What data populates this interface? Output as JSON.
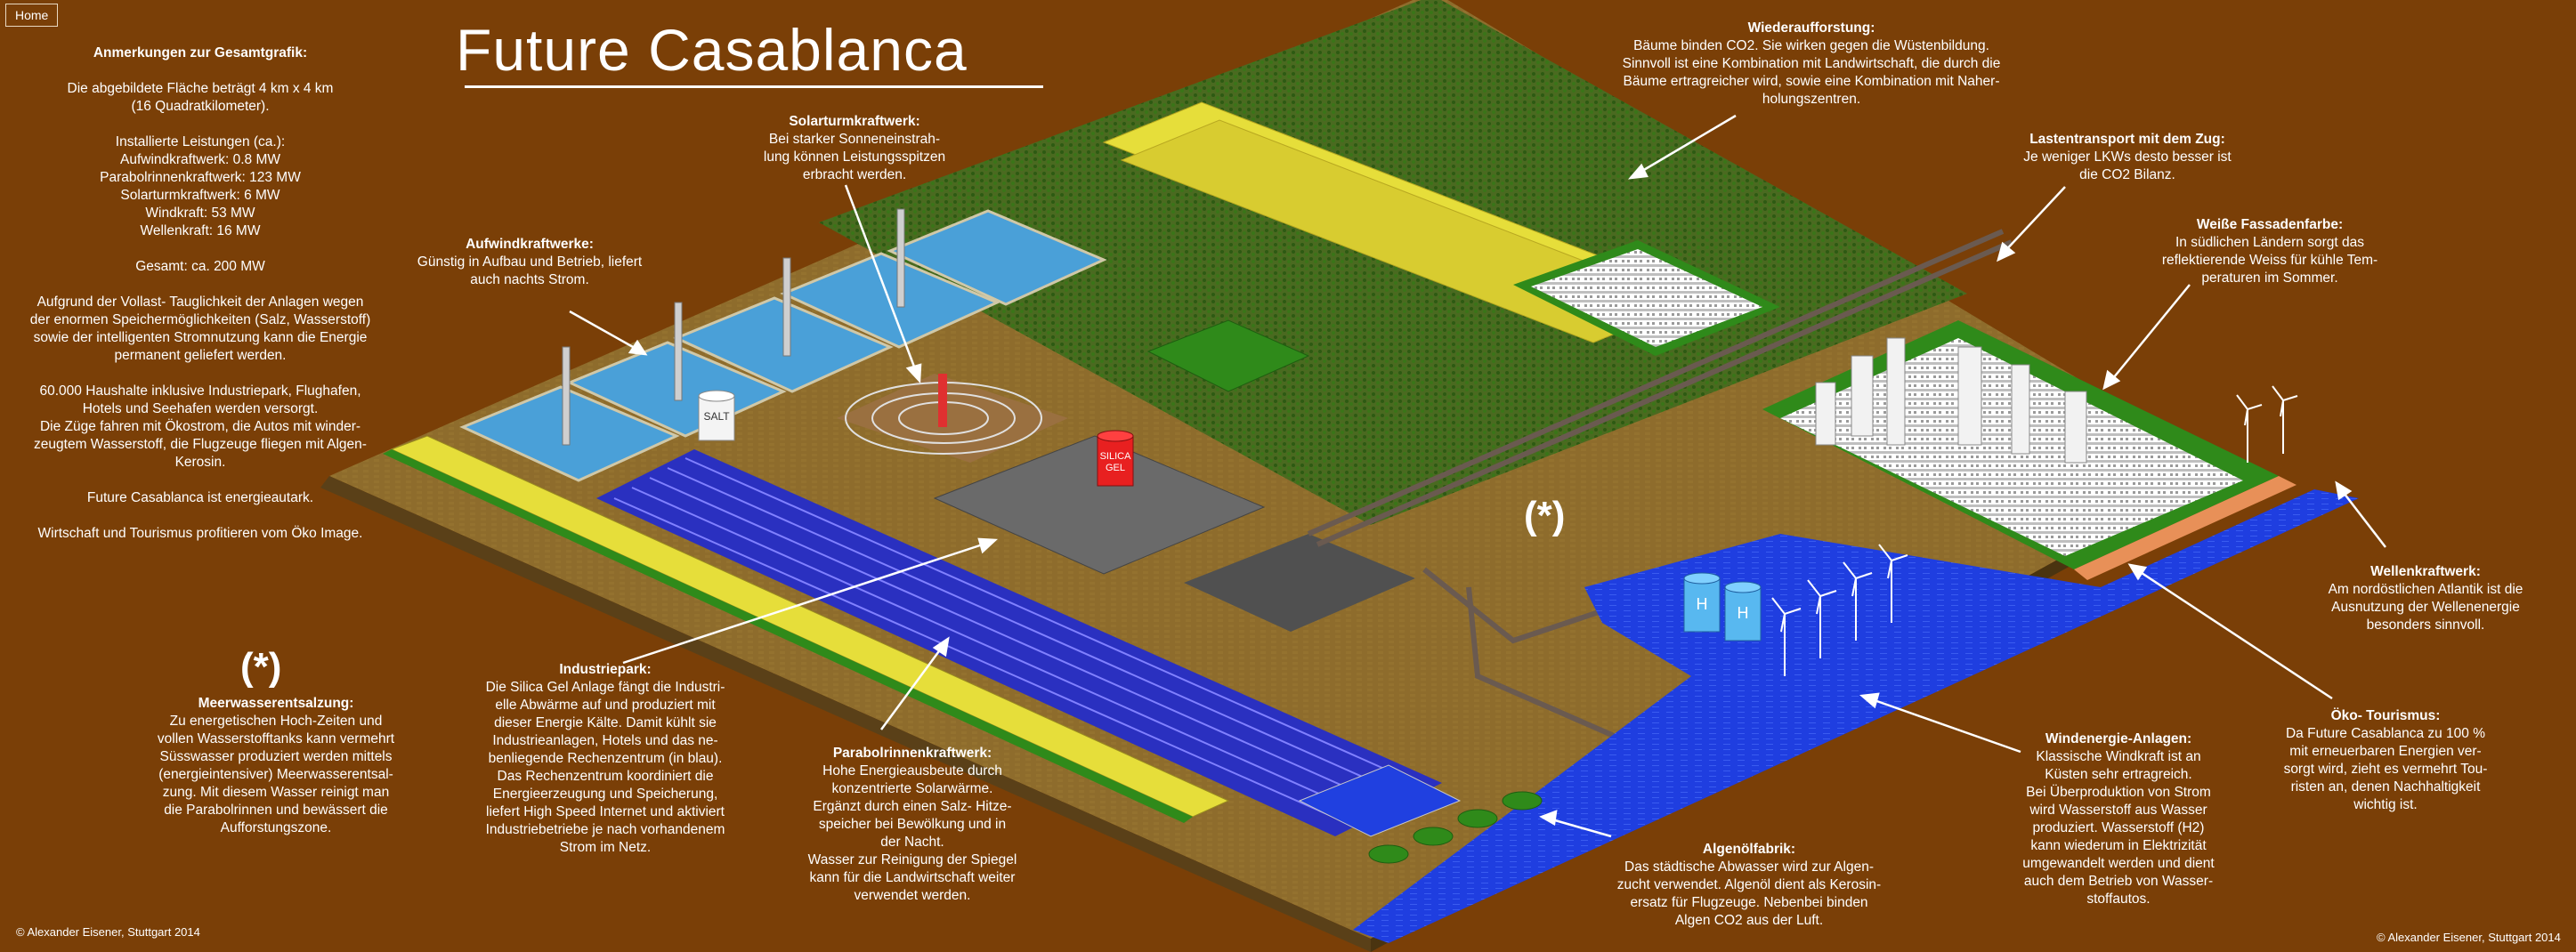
{
  "nav": {
    "home_label": "Home"
  },
  "title": "Future Casablanca",
  "left_notes": {
    "heading": "Anmerkungen zur Gesamtgrafik:",
    "paragraphs": [
      "Die abgebildete Fläche beträgt 4 km x 4 km\n(16 Quadratkilometer).",
      "Installierte Leistungen (ca.):\nAufwindkraftwerk: 0.8 MW\nParabolrinnenkraftwerk: 123 MW\nSolarturmkraftwerk: 6 MW\nWindkraft: 53 MW\nWellenkraft: 16 MW",
      "Gesamt: ca. 200 MW",
      "Aufgrund der Vollast- Tauglichkeit der Anlagen wegen\nder enormen Speichermöglichkeiten (Salz, Wasserstoff)\nsowie der intelligenten Stromnutzung kann die Energie\npermanent geliefert werden.",
      "60.000 Haushalte inklusive Industriepark, Flughafen,\nHotels und Seehafen werden versorgt.\nDie Züge fahren mit Ökostrom, die Autos mit winder-\nzeugtem Wasserstoff, die Flugzeuge fliegen mit Algen-\nKerosin.",
      "Future Casablanca ist energieautark.",
      "Wirtschaft und Tourismus profitieren vom Öko Image."
    ]
  },
  "annotations": {
    "aufwind": {
      "heading": "Aufwindkraftwerke:",
      "body": "Günstig in Aufbau und Betrieb, liefert\nauch nachts Strom."
    },
    "solarturm": {
      "heading": "Solarturmkraftwerk:",
      "body": "Bei starker Sonneneinstrah-\nlung können Leistungsspitzen\nerbracht werden."
    },
    "wiederaufforstung": {
      "heading": "Wiederaufforstung:",
      "body": "Bäume binden CO2. Sie wirken gegen die Wüstenbildung.\nSinnvoll ist eine Kombination mit Landwirtschaft, die durch die\nBäume ertragreicher wird, sowie eine Kombination mit Naher-\nholungszentren."
    },
    "lastentransport": {
      "heading": "Lastentransport mit dem Zug:",
      "body": "Je weniger LKWs desto besser ist\ndie CO2 Bilanz."
    },
    "fassade": {
      "heading": "Weiße Fassadenfarbe:",
      "body": "In südlichen Ländern sorgt das\nreflektierende Weiss für kühle Tem-\nperaturen im Sommer."
    },
    "wellen": {
      "heading": "Wellenkraftwerk:",
      "body": "Am nordöstlichen Atlantik ist die\nAusnutzung der Wellenenergie\nbesonders sinnvoll."
    },
    "tourismus": {
      "heading": "Öko- Tourismus:",
      "body": "Da Future Casablanca zu 100 %\nmit erneuerbaren Energien ver-\nsorgt wird, zieht es vermehrt Tou-\nristen an, denen Nachhaltigkeit\nwichtig ist."
    },
    "windenergie": {
      "heading": "Windenergie-Anlagen:",
      "body": "Klassische Windkraft ist an\nKüsten sehr ertragreich.\nBei Überproduktion von Strom\nwird Wasserstoff aus Wasser\nproduziert. Wasserstoff (H2)\nkann wiederum in Elektrizität\numgewandelt werden und dient\nauch dem Betrieb von Wasser-\nstoffautos."
    },
    "algen": {
      "heading": "Algenölfabrik:",
      "body": "Das städtische Abwasser wird zur Algen-\nzucht verwendet. Algenöl dient als Kerosin-\nersatz für Flugzeuge. Nebenbei binden\nAlgen CO2 aus der Luft."
    },
    "parabol": {
      "heading": "Parabolrinnenkraftwerk:",
      "body": "Hohe Energieausbeute durch\nkonzentrierte Solarwärme.\nErgänzt durch einen Salz- Hitze-\nspeicher bei Bewölkung und in\nder Nacht.\nWasser zur Reinigung der Spiegel\nkann für die Landwirtschaft weiter\nverwendet werden."
    },
    "industrie": {
      "heading": "Industriepark:",
      "body": "Die Silica Gel Anlage fängt die Industri-\nelle Abwärme auf und produziert mit\ndieser Energie Kälte. Damit kühlt sie\nIndustrieanlagen, Hotels und das ne-\nbenliegende Rechenzentrum (in blau).\nDas Rechenzentrum koordiniert die\nEnergieerzeugung und Speicherung,\nliefert High Speed Internet und aktiviert\nIndustriebetriebe je nach vorhandenem\nStrom im Netz."
    },
    "meerwasser": {
      "symbol": "(*)",
      "heading": "Meerwasserentsalzung:",
      "body": "Zu energetischen Hoch-Zeiten und\nvollen Wasserstofftanks kann vermehrt\nSüsswasser produziert werden mittels\n(energieintensiver) Meerwasserentsal-\nzung. Mit diesem Wasser reinigt man\ndie Parabolrinnen und bewässert die\nAufforstungszone."
    }
  },
  "scene_labels": {
    "asterisk": "(*)",
    "salt_tank": "SALT",
    "silica_tank": "SILICA\nGEL",
    "h2_label": "H"
  },
  "copyright": {
    "left": "© Alexander Eisener, Stuttgart 2014",
    "right": "© Alexander Eisener, Stuttgart 2014"
  },
  "colors": {
    "background": "#7a3f07",
    "ground": "#8a6a2a",
    "forest": "#3c6d1c",
    "water": "#2040e0",
    "pool": "#4aa0d8",
    "field": "#e8e040",
    "parabolic": "#2a30c0"
  }
}
